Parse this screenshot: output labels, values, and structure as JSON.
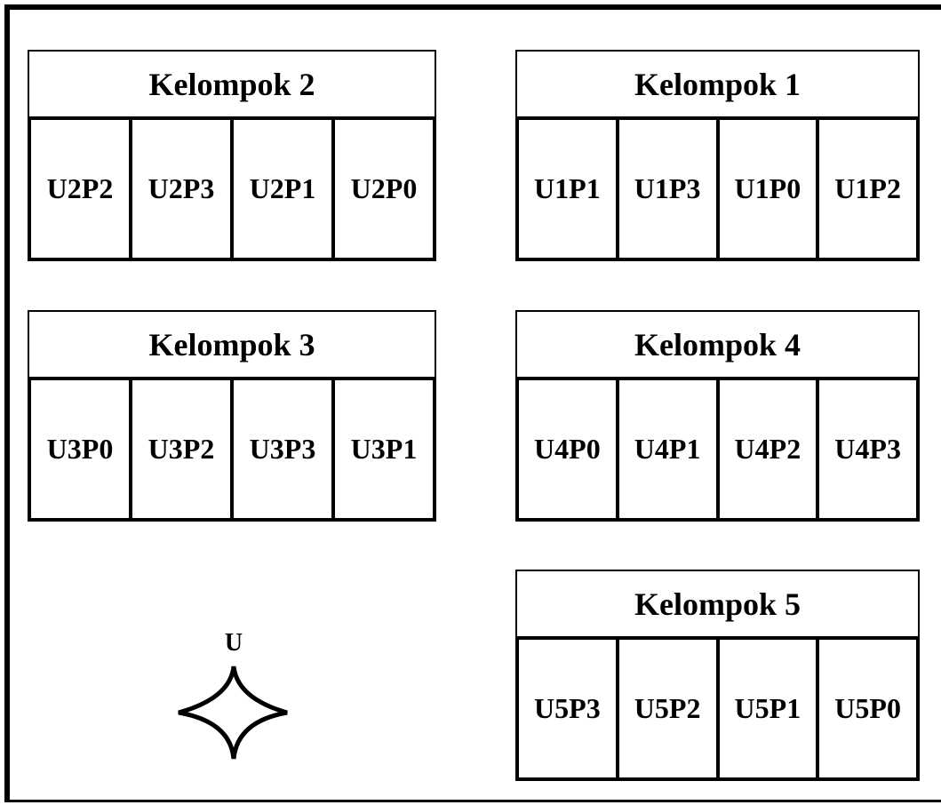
{
  "groups": [
    {
      "id": "g2",
      "title": "Kelompok 2",
      "plots": [
        "U2P2",
        "U2P3",
        "U2P1",
        "U2P0"
      ]
    },
    {
      "id": "g1",
      "title": "Kelompok 1",
      "plots": [
        "U1P1",
        "U1P3",
        "U1P0",
        "U1P2"
      ]
    },
    {
      "id": "g3",
      "title": "Kelompok 3",
      "plots": [
        "U3P0",
        "U3P2",
        "U3P3",
        "U3P1"
      ]
    },
    {
      "id": "g4",
      "title": "Kelompok 4",
      "plots": [
        "U4P0",
        "U4P1",
        "U4P2",
        "U4P3"
      ]
    },
    {
      "id": "g5",
      "title": "Kelompok 5",
      "plots": [
        "U5P3",
        "U5P2",
        "U5P1",
        "U5P0"
      ]
    }
  ],
  "compass": {
    "label": "U",
    "icon": "compass-star-icon"
  }
}
